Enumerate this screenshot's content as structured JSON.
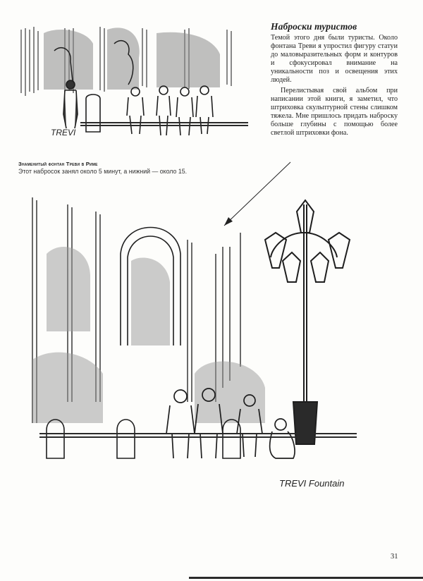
{
  "article": {
    "title": "Наброски туристов",
    "paragraphs": [
      "Темой этого дня были туристы. Около фонтана Треви я упростил фигуру статуи до маловыразительных форм и контуров и сфокусировал внимание на уникальности поз и освещения этих людей.",
      "Перелистывая свой альбом при написании этой книги, я заметил, что штриховка скульптурной стены слишком тяжела. Мне пришлось придать наброску больше глубины с помощью более светлой штриховки фона."
    ]
  },
  "caption": {
    "title": "Знаменитый фонтан Треви в Риме",
    "text": "Этот набросок занял около 5 минут, а нижний — около 15."
  },
  "sketches": {
    "top_signature": "TREVI",
    "bottom_signature": "TREVI Fountain"
  },
  "page": {
    "number": "31"
  },
  "colors": {
    "ink": "#1e1e1e",
    "paper": "#fdfdfb",
    "shade": "#9a9a9a"
  }
}
